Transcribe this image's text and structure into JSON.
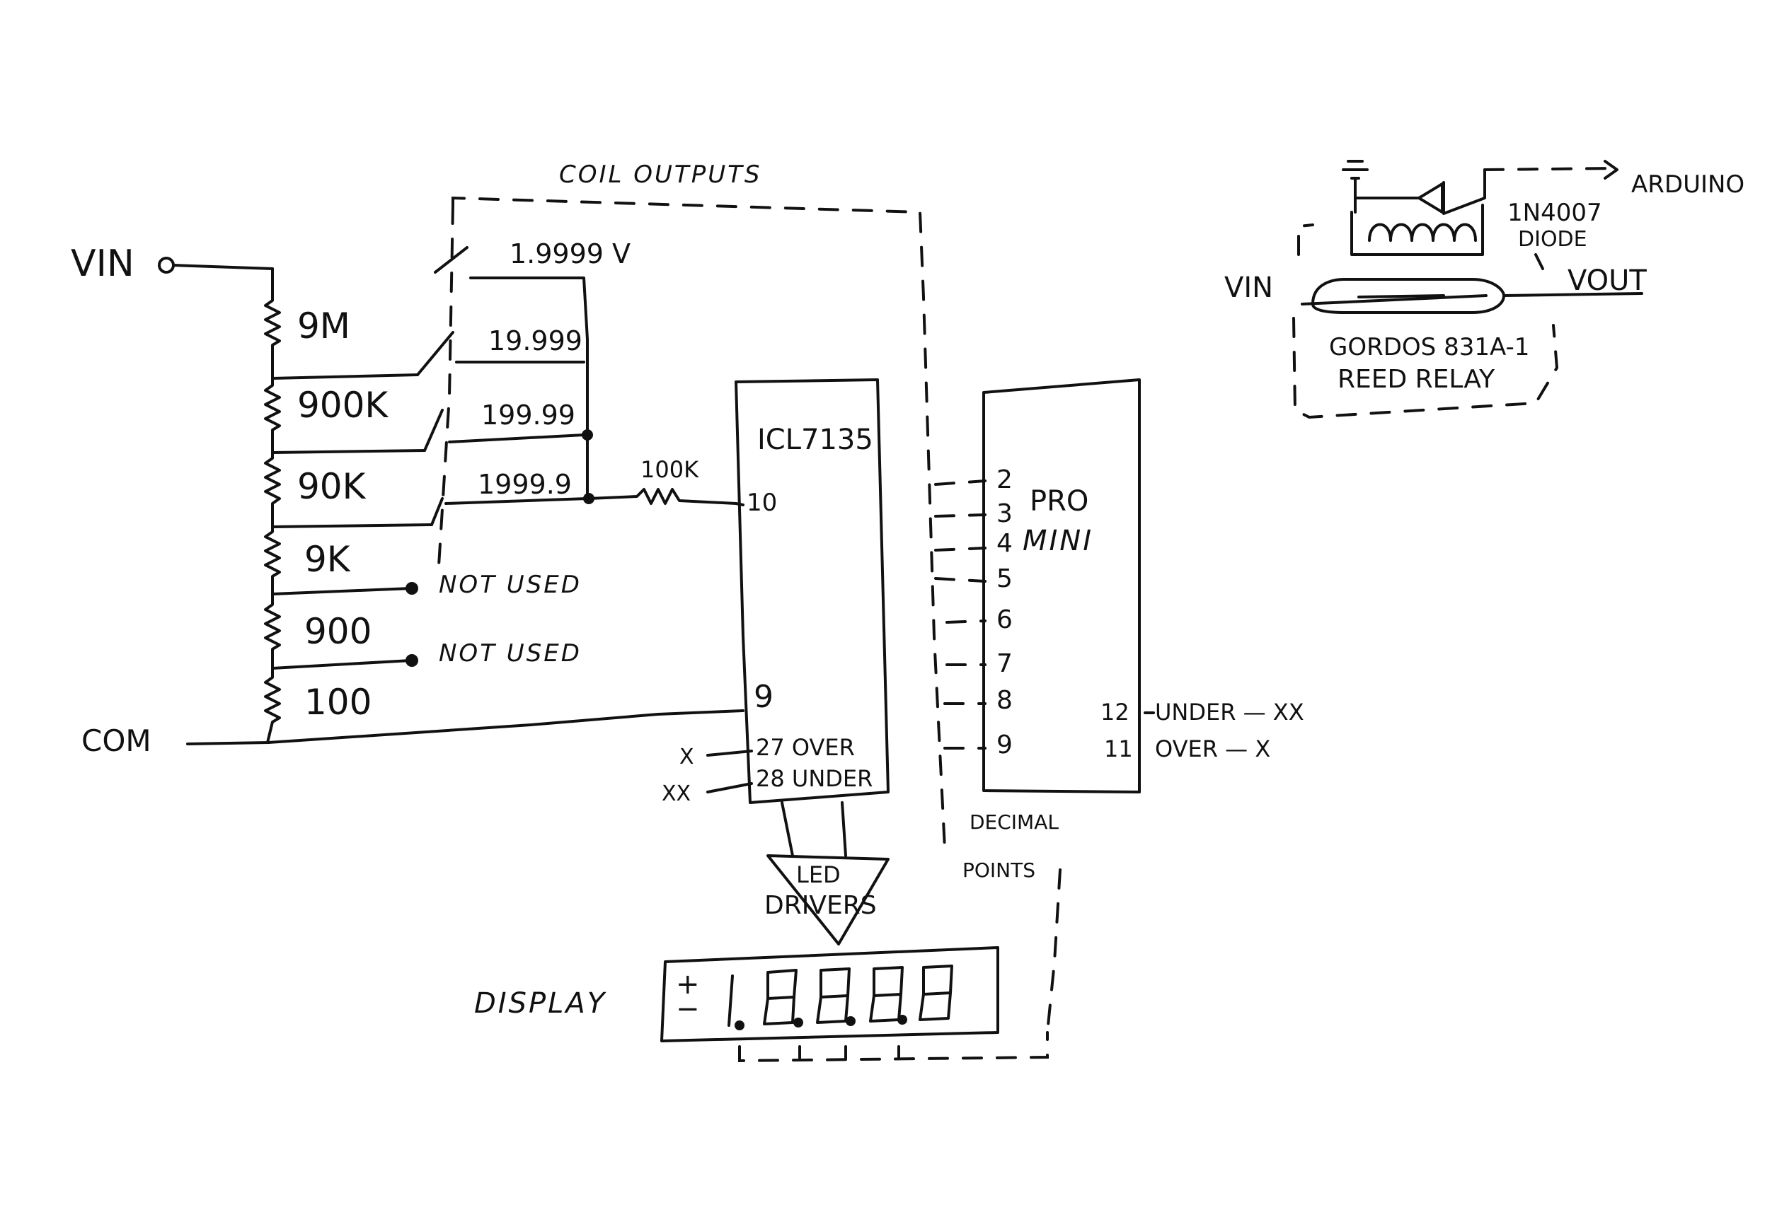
{
  "labels": {
    "vin_main": "VIN",
    "com": "COM",
    "coil_outputs": "COIL OUTPUTS",
    "r_9m": "9M",
    "r_900k": "900K",
    "r_90k": "90K",
    "r_9k": "9K",
    "r_900": "900",
    "r_100": "100",
    "range_1": "1.9999 V",
    "range_2": "19.999",
    "range_3": "199.99",
    "range_4": "1999.9",
    "not_used_1": "NOT USED",
    "not_used_2": "NOT USED",
    "r_100k": "100K",
    "adc_chip": "ICL7135",
    "adc_pin_10": "10",
    "adc_pin_9": "9",
    "adc_pin_27": "27 OVER",
    "adc_pin_28": "28 UNDER",
    "sig_x": "X",
    "sig_xx": "XX",
    "led_drivers_1": "LED",
    "led_drivers_2": "DRIVERS",
    "display": "DISPLAY",
    "display_sign_plus": "+",
    "display_sign_minus": "−",
    "pro_mini_1": "PRO",
    "pro_mini_2": "MINI",
    "pin_2": "2",
    "pin_3": "3",
    "pin_4": "4",
    "pin_5": "5",
    "pin_6": "6",
    "pin_7": "7",
    "pin_8": "8",
    "pin_9": "9",
    "pin_12": "12",
    "pin_11": "11",
    "under_xx": "UNDER — XX",
    "over_x": "OVER — X",
    "decimal": "DECIMAL",
    "points": "POINTS",
    "arduino": "ARDUINO",
    "diode_1": "1N4007",
    "diode_2": "DIODE",
    "relay_vin": "VIN",
    "relay_vout": "VOUT",
    "relay_1": "GORDOS 831A-1",
    "relay_2": "REED RELAY"
  },
  "colors": {
    "ink": "#111111",
    "paper": "#ffffff"
  }
}
